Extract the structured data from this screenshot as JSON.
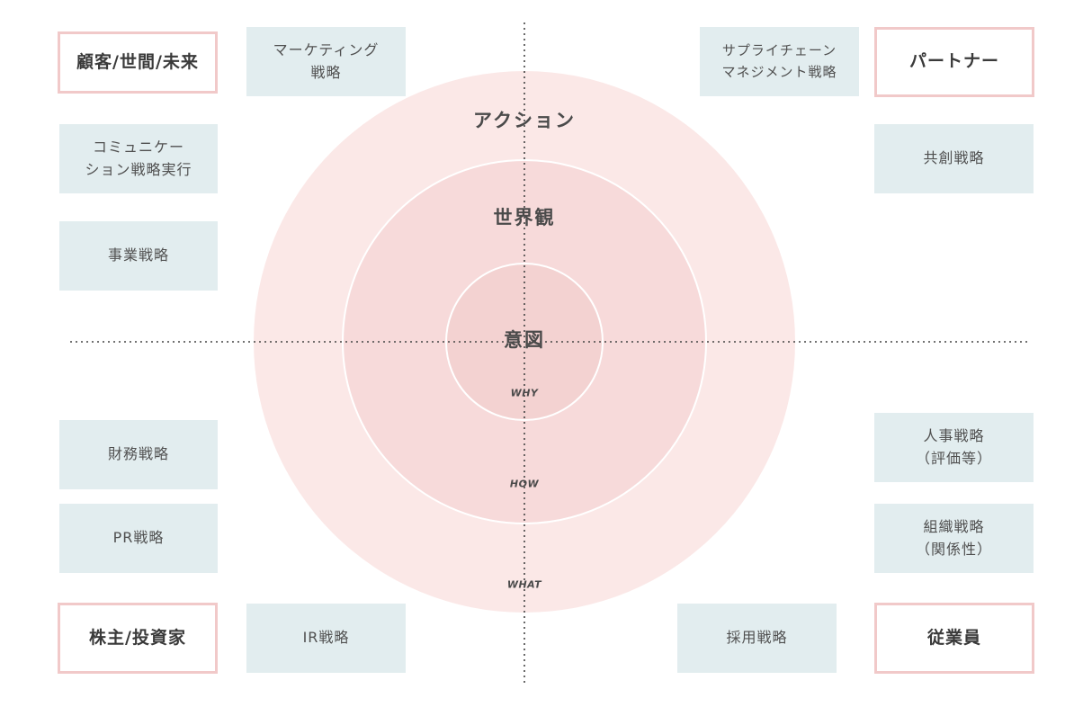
{
  "center": {
    "rings": [
      {
        "label": "アクション",
        "sub": "WHAT",
        "color": "#fbe8e7"
      },
      {
        "label": "世界観",
        "sub": "HOW",
        "color": "#f7dada"
      },
      {
        "label": "意図",
        "sub": "WHY",
        "color": "#f3d2d1"
      }
    ]
  },
  "stakeholders": {
    "top_left": "顧客/世間/未来",
    "top_right": "パートナー",
    "bottom_left": "株主/投資家",
    "bottom_right": "従業員"
  },
  "strategies": {
    "marketing": "マーケティング\n戦略",
    "communication": "コミュニケー\nション戦略実行",
    "business": "事業戦略",
    "scm": "サプライチェーン\nマネジメント戦略",
    "cocreation": "共創戦略",
    "finance": "財務戦略",
    "pr": "PR戦略",
    "ir": "IR戦略",
    "hr": "人事戦略\n（評価等）",
    "org": "組織戦略\n（関係性）",
    "recruit": "採用戦略"
  }
}
